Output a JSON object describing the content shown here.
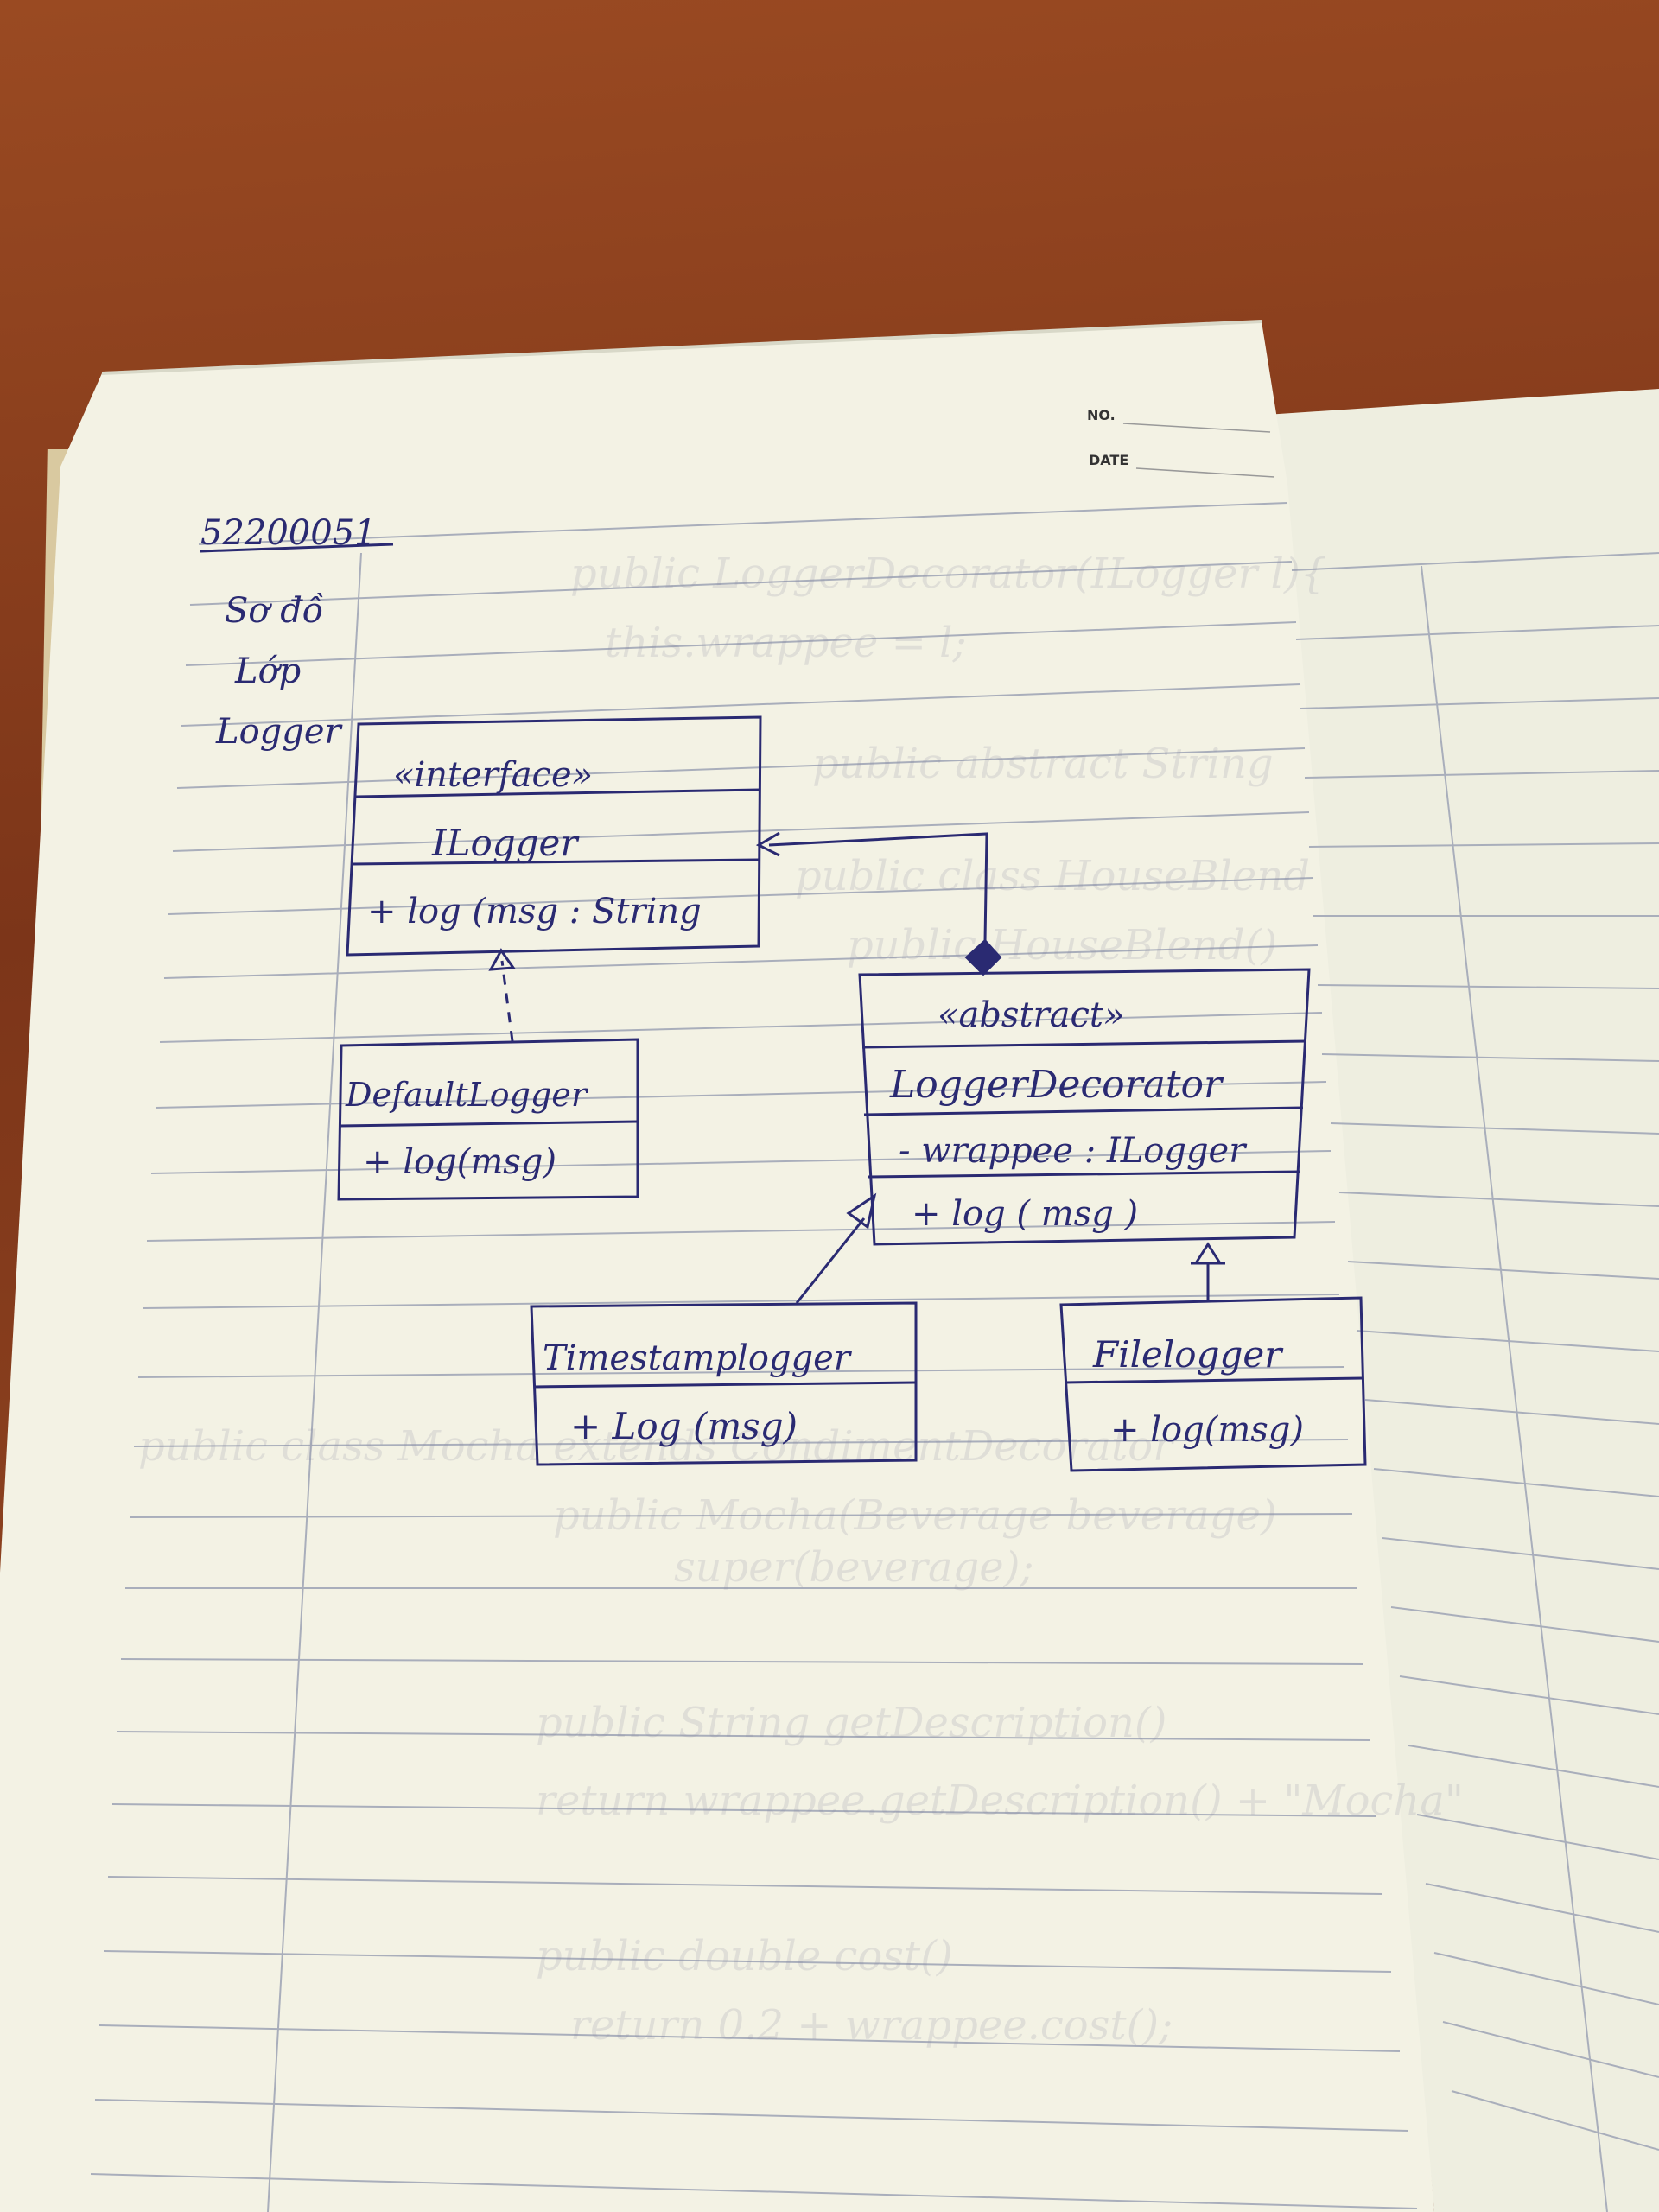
{
  "header": {
    "no_label": "NO.",
    "date_label": "DATE"
  },
  "notes": {
    "student_id": "52200051",
    "title_line1": "Sơ đồ",
    "title_line2": "Lớp",
    "title_line3": "Logger"
  },
  "diagram": {
    "interface": {
      "stereotype": "«interface»",
      "name": "ILogger",
      "method": "+ log (msg : String"
    },
    "default_logger": {
      "name": "DefaultLogger",
      "method": "+ log(msg)"
    },
    "decorator": {
      "stereotype": "«abstract»",
      "name": "LoggerDecorator",
      "attribute": "- wrappee : ILogger",
      "method": "+ log ( msg )"
    },
    "timestamp_logger": {
      "name": "Timestamplogger",
      "method": "+ Log (msg)"
    },
    "file_logger": {
      "name": "Filelogger",
      "method": "+ log(msg)"
    }
  },
  "colors": {
    "ink": "#2a2a72",
    "paper": "#f3f2e4",
    "rule": "#a9aebb",
    "table": "#8a3f1e"
  }
}
